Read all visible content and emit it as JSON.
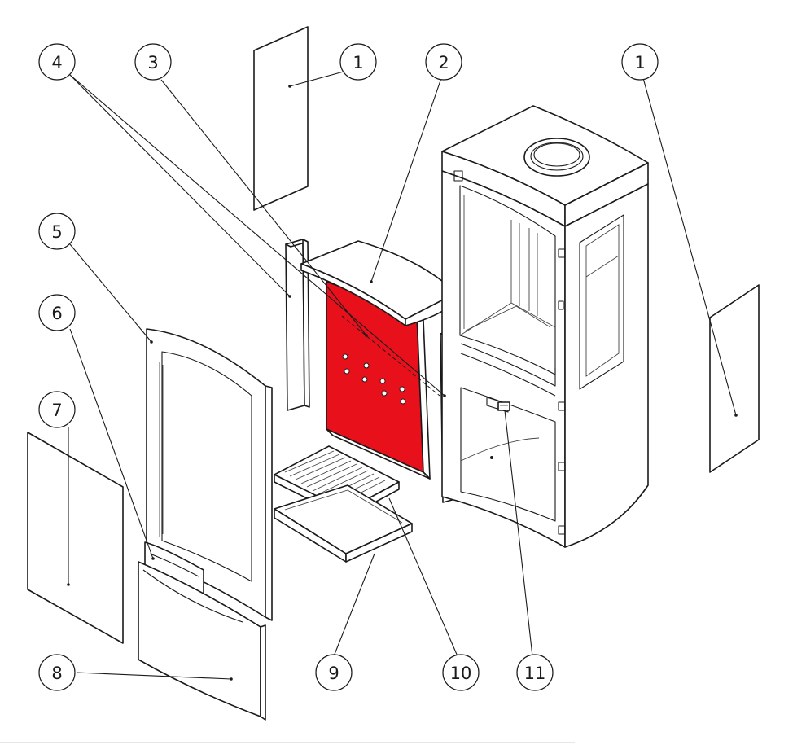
{
  "colors": {
    "highlight": "#e8101b",
    "line": "#1a1a1a",
    "background": "#ffffff"
  },
  "callouts": [
    {
      "id": "c1a",
      "label": "1"
    },
    {
      "id": "c2",
      "label": "2"
    },
    {
      "id": "c1b",
      "label": "1"
    },
    {
      "id": "c3",
      "label": "3"
    },
    {
      "id": "c4",
      "label": "4"
    },
    {
      "id": "c5",
      "label": "5"
    },
    {
      "id": "c6",
      "label": "6"
    },
    {
      "id": "c7",
      "label": "7"
    },
    {
      "id": "c8",
      "label": "8"
    },
    {
      "id": "c9",
      "label": "9"
    },
    {
      "id": "c10",
      "label": "10"
    },
    {
      "id": "c11",
      "label": "11"
    }
  ]
}
